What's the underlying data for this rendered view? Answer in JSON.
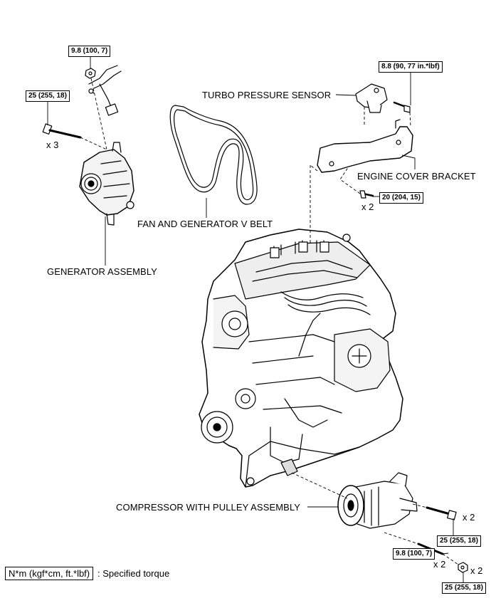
{
  "torques": {
    "t_alt_nut": "9.8 (100, 7)",
    "t_alt_bolt": "25 (255, 18)",
    "t_sensor": "8.8 (90, 77 in.*lbf)",
    "t_bracket": "20 (204, 15)",
    "t_comp_bolt": "25 (255, 18)",
    "t_stud": "9.8 (100, 7)",
    "t_comp_nut": "25 (255, 18)"
  },
  "multipliers": {
    "alt_bolt": "x 3",
    "bracket": "x 2",
    "comp_bolt": "x 2",
    "stud": "x 2",
    "comp_nut": "x 2"
  },
  "labels": {
    "turbo_sensor": "TURBO PRESSURE SENSOR",
    "engine_cover_bracket": "ENGINE COVER BRACKET",
    "v_belt": "FAN AND GENERATOR V BELT",
    "generator": "GENERATOR ASSEMBLY",
    "compressor": "COMPRESSOR WITH PULLEY ASSEMBLY"
  },
  "legend": {
    "unit": "N*m (kgf*cm, ft.*lbf)",
    "meaning": ": Specified torque"
  }
}
